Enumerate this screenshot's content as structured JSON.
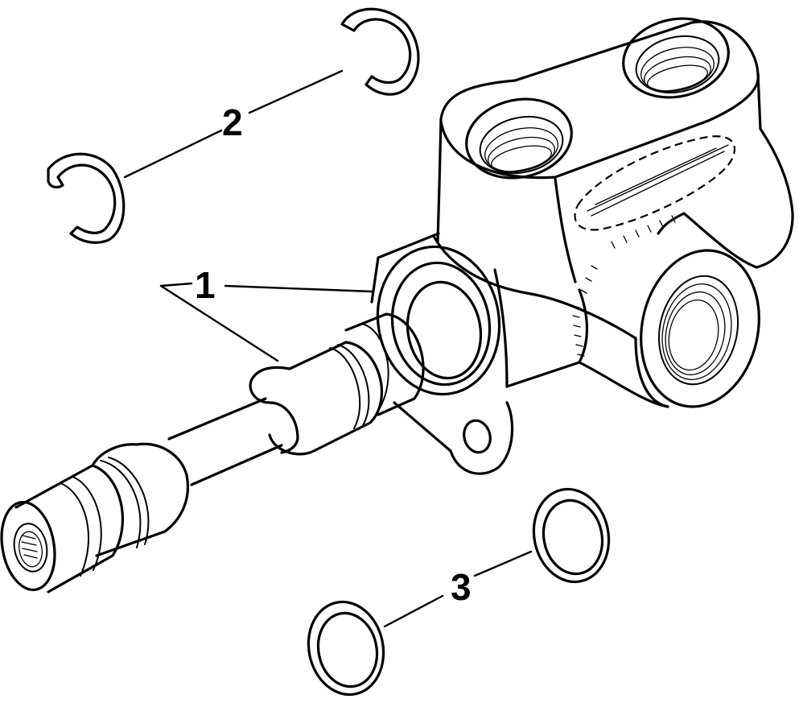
{
  "callouts": [
    {
      "number": "1",
      "part": "valve-spool"
    },
    {
      "number": "2",
      "part": "snap-rings"
    },
    {
      "number": "3",
      "part": "seal-rings"
    }
  ],
  "colors": {
    "ink": "#000000",
    "paper": "#ffffff"
  }
}
